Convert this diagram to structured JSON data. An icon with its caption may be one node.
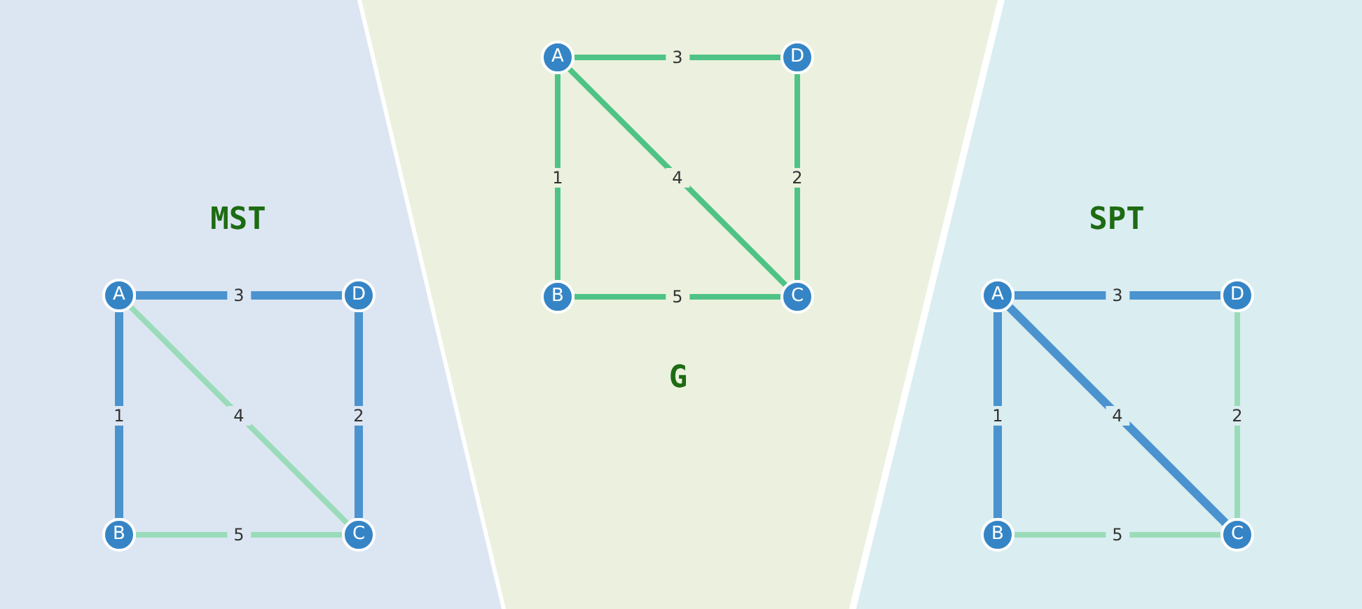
{
  "diagram": {
    "nodes": [
      {
        "text": [
          "MST"
        ]
      },
      {
        "text": [
          "A"
        ],
        "in": 0
      },
      {
        "text": [
          "D"
        ],
        "in": 0
      },
      {
        "text": [
          "B"
        ],
        "in": 0
      },
      {
        "text": [
          "C"
        ],
        "in": 0
      },
      {
        "text": [
          "G"
        ]
      },
      {
        "text": [
          "A"
        ],
        "in": 5
      },
      {
        "text": [
          "D"
        ],
        "in": 5
      },
      {
        "text": [
          "B"
        ],
        "in": 5
      },
      {
        "text": [
          "C"
        ],
        "in": 5
      },
      {
        "text": [
          "SPT"
        ]
      },
      {
        "text": [
          "A"
        ],
        "in": 10
      },
      {
        "text": [
          "D"
        ],
        "in": 10
      },
      {
        "text": [
          "B"
        ],
        "in": 10
      },
      {
        "text": [
          "C"
        ],
        "in": 10
      }
    ],
    "edges": [
      {
        "from": 1,
        "to": 2,
        "arrow": "none",
        "label": "3"
      },
      {
        "from": 1,
        "to": 3,
        "arrow": "none",
        "label": "1"
      },
      {
        "from": 1,
        "to": 4,
        "arrow": "none",
        "label": "4",
        "color": "#9adcb9"
      },
      {
        "from": 2,
        "to": 4,
        "arrow": "none",
        "label": "2"
      },
      {
        "from": 3,
        "to": 4,
        "arrow": "none",
        "label": "5",
        "color": "#9adcb9"
      },
      {
        "from": 6,
        "to": 7,
        "arrow": "none",
        "label": "3",
        "color": "#4fc386"
      },
      {
        "from": 6,
        "to": 8,
        "arrow": "none",
        "label": "1",
        "color": "#4fc386"
      },
      {
        "from": 6,
        "to": 9,
        "arrow": "none",
        "label": "4",
        "color": "#4fc386"
      },
      {
        "from": 7,
        "to": 9,
        "arrow": "none",
        "label": "2",
        "color": "#4fc386"
      },
      {
        "from": 8,
        "to": 9,
        "arrow": "none",
        "label": "5",
        "color": "#4fc386"
      },
      {
        "from": 11,
        "to": 12,
        "arrow": "none",
        "label": "3"
      },
      {
        "from": 11,
        "to": 13,
        "arrow": "none",
        "label": "1"
      },
      {
        "from": 11,
        "to": 14,
        "arrow": "none",
        "label": "4"
      },
      {
        "from": 12,
        "to": 14,
        "arrow": "none",
        "label": "2",
        "color": "#9adcb9"
      },
      {
        "from": 13,
        "to": 14,
        "arrow": "none",
        "label": "5",
        "color": "#9adcb9"
      }
    ]
  }
}
